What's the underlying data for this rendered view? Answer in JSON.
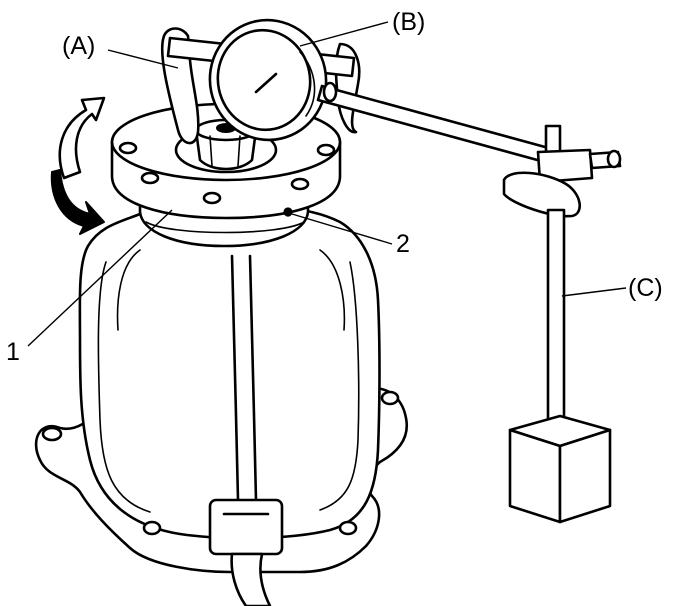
{
  "labels": {
    "a": "(A)",
    "b": "(B)",
    "c": "(C)",
    "part1": "1",
    "part2": "2"
  },
  "icons": {
    "rotation": "curved-double-arrow-icon",
    "dial": "dial-gauge-icon",
    "stand": "magnetic-stand-icon"
  },
  "colors": {
    "ink": "#000000",
    "paper": "#ffffff"
  }
}
